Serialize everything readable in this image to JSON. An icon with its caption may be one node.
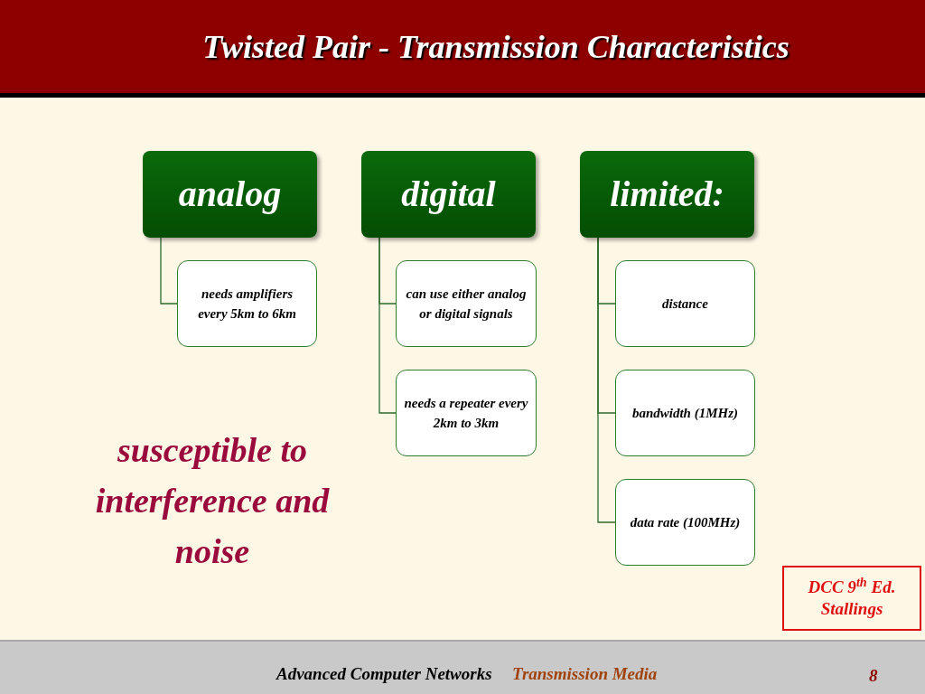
{
  "diagram": {
    "title": "Twisted Pair - Transmission Characteristics",
    "nodes": [
      {
        "text": [
          "analog"
        ]
      },
      {
        "text": [
          "digital"
        ]
      },
      {
        "text": [
          "limited:"
        ]
      },
      {
        "text": [
          "needs amplifiers every 5km to 6km"
        ]
      },
      {
        "text": [
          "can use either analog or digital signals"
        ]
      },
      {
        "text": [
          "needs a repeater every 2km to 3km"
        ]
      },
      {
        "text": [
          "distance"
        ]
      },
      {
        "text": [
          "bandwidth (1MHz)"
        ]
      },
      {
        "text": [
          "data rate (100MHz)"
        ]
      },
      {
        "text": [
          "DCC 9$^{th}$ Ed. Stallings"
        ]
      }
    ],
    "edges": [
      {
        "from": 0,
        "to": 3,
        "arrow": "none"
      },
      {
        "from": 1,
        "to": 4,
        "arrow": "none"
      },
      {
        "from": 1,
        "to": 5,
        "arrow": "none"
      },
      {
        "from": 2,
        "to": 6,
        "arrow": "none"
      },
      {
        "from": 2,
        "to": 7,
        "arrow": "none"
      },
      {
        "from": 2,
        "to": 8,
        "arrow": "none"
      }
    ],
    "labels": [
      "susceptible to interference and noise",
      "Advanced Computer Networks",
      "Transmission Media",
      "8"
    ]
  }
}
